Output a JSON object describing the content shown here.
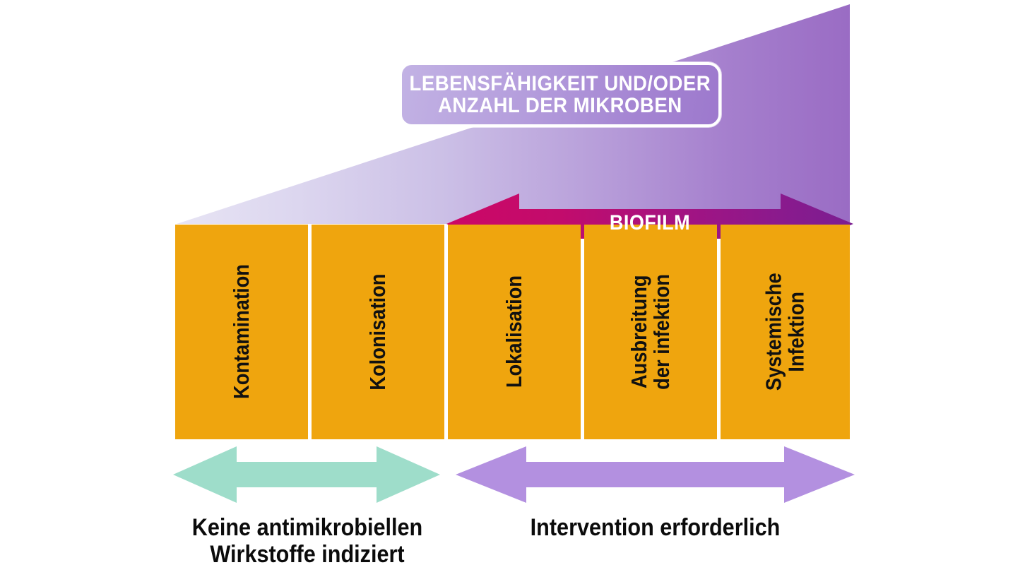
{
  "figure": {
    "title_badge": {
      "line1": "LEBENSFÄHIGKEIT UND/ODER",
      "line2": "ANZAHL DER MIKROBEN"
    },
    "biofilm_arrow": {
      "label": "BIOFILM",
      "color_left": "#C80A66",
      "color_right": "#7B1E91",
      "direction": "double"
    },
    "gradient_wedge": {
      "color_start": "#E4E0F2",
      "color_end": "#9A6CC4",
      "meaning": "increasing viability and/or number of microbes"
    },
    "stages": [
      {
        "id": "kontamination",
        "lines": [
          "Kontamination"
        ],
        "color": "#EFA50E"
      },
      {
        "id": "kolonisation",
        "lines": [
          "Kolonisation"
        ],
        "color": "#EFA50E"
      },
      {
        "id": "lokalisation",
        "lines": [
          "Lokalisation"
        ],
        "color": "#EFA50E"
      },
      {
        "id": "ausbreitung-der-infektion",
        "lines": [
          "Ausbreitung",
          "der infektion"
        ],
        "color": "#EFA50E"
      },
      {
        "id": "systemische-infektion",
        "lines": [
          "Systemische",
          "Infektion"
        ],
        "color": "#EFA50E"
      }
    ],
    "bottom_arrows": [
      {
        "id": "no-antimicrobials",
        "color": "#9EDDCA",
        "direction": "double",
        "caption_lines": [
          "Keine antimikrobiellen",
          "Wirkstoffe indiziert"
        ],
        "covers_stages": [
          "kontamination",
          "kolonisation"
        ]
      },
      {
        "id": "intervention-required",
        "color": "#B390E0",
        "direction": "double",
        "caption_lines": [
          "Intervention erforderlich"
        ],
        "covers_stages": [
          "lokalisation",
          "ausbreitung-der-infektion",
          "systemische-infektion"
        ]
      }
    ],
    "palette": {
      "background": "#FFFFFF",
      "stage_block": "#EFA50E",
      "text_dark": "#0B0B0B",
      "text_light": "#FFFFFF"
    }
  }
}
